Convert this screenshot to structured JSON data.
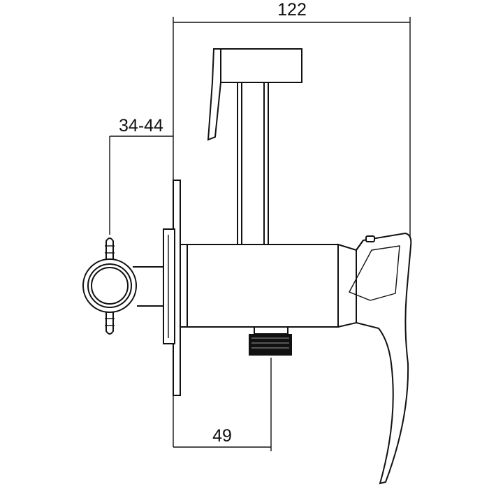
{
  "dimensions": {
    "total_width": "122",
    "wall_thickness": "34-44",
    "outlet_offset": "49"
  },
  "colors": {
    "line": "#111111",
    "background": "#ffffff"
  }
}
